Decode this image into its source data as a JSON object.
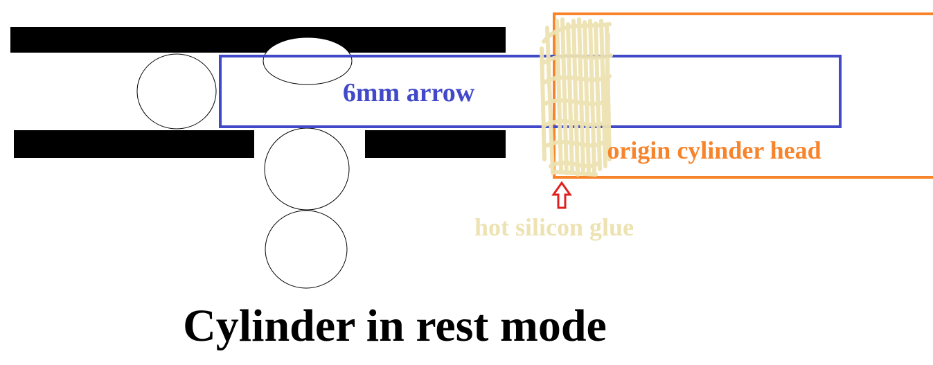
{
  "labels": {
    "arrow": "6mm arrow",
    "cylinder_head": "origin cylinder head",
    "glue": "hot silicon glue",
    "title": "Cylinder in rest mode"
  },
  "colors": {
    "background": "#ffffff",
    "bars": "#000000",
    "circle_stroke": "#000000",
    "arrow": "#4149c8",
    "cylinder_head": "#f7832a",
    "glue": "#ede2b1",
    "pointer": "#e02020",
    "title": "#000000"
  },
  "icons": {
    "pointer": "up-arrow-outline-icon"
  }
}
